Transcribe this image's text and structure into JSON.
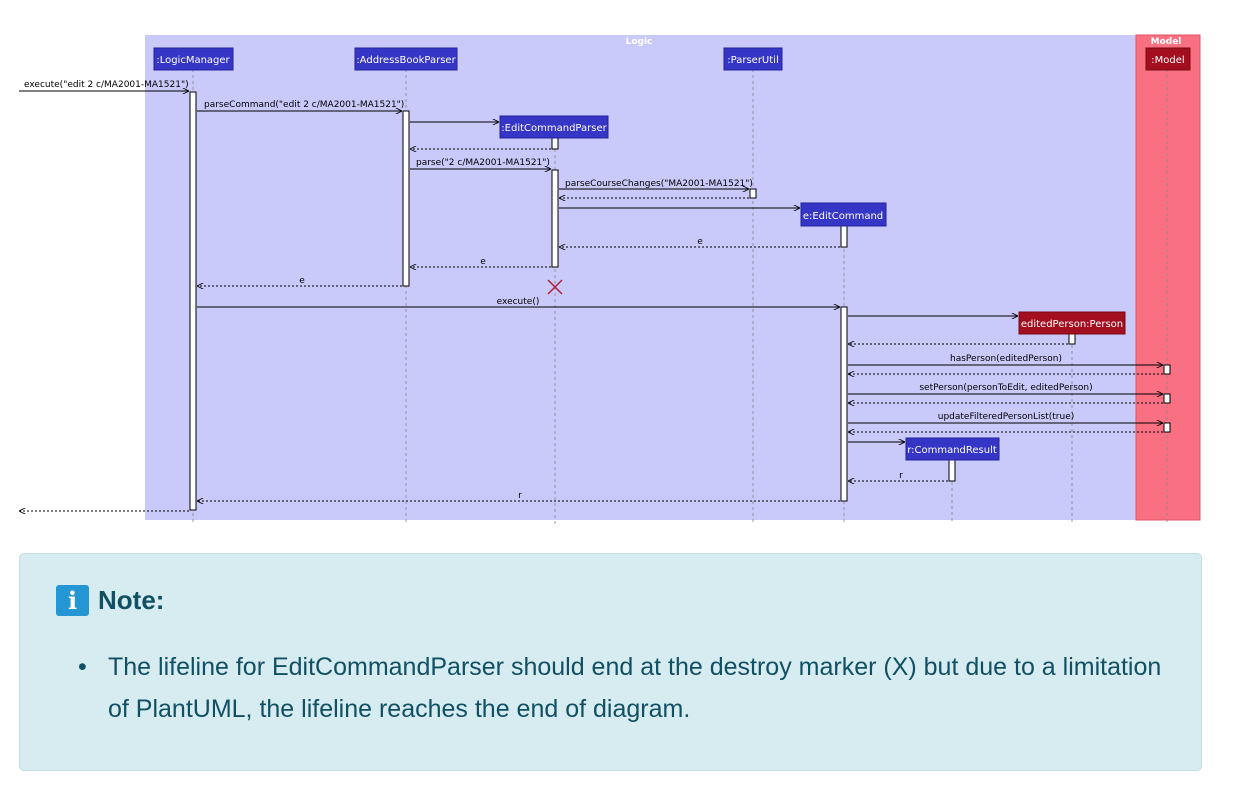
{
  "diagram": {
    "frames": {
      "logic": "Logic",
      "model": "Model"
    },
    "participants": {
      "logic_manager": ":LogicManager",
      "address_book_parser": ":AddressBookParser",
      "edit_command_parser": ":EditCommandParser",
      "parser_util": ":ParserUtil",
      "edit_command": "e:EditCommand",
      "edited_person": "editedPerson:Person",
      "command_result": "r:CommandResult",
      "model": ":Model"
    },
    "messages": {
      "m1": "execute(\"edit 2 c/MA2001-MA1521\")",
      "m2": "parseCommand(\"edit 2 c/MA2001-MA1521\")",
      "m3": "parse(\"2 c/MA2001-MA1521\")",
      "m4": "parseCourseChanges(\"MA2001-MA1521\")",
      "r1": "e",
      "r2": "e",
      "r3": "e",
      "m5": "execute()",
      "m6": "hasPerson(editedPerson)",
      "m7": "setPerson(personToEdit, editedPerson)",
      "m8": "updateFilteredPersonList(true)",
      "r4": "r",
      "r5": "r"
    },
    "colors": {
      "logic_bg": "#c9c9fa",
      "model_bg": "#f87082",
      "logic_participant": "#3535c6",
      "model_participant": "#a30f1f",
      "destroy": "#b41d3a"
    }
  },
  "note": {
    "icon": "info-icon",
    "title": "Note:",
    "items": [
      "The lifeline for EditCommandParser should end at the destroy marker (X) but due to a limitation of PlantUML, the lifeline reaches the end of diagram."
    ]
  }
}
